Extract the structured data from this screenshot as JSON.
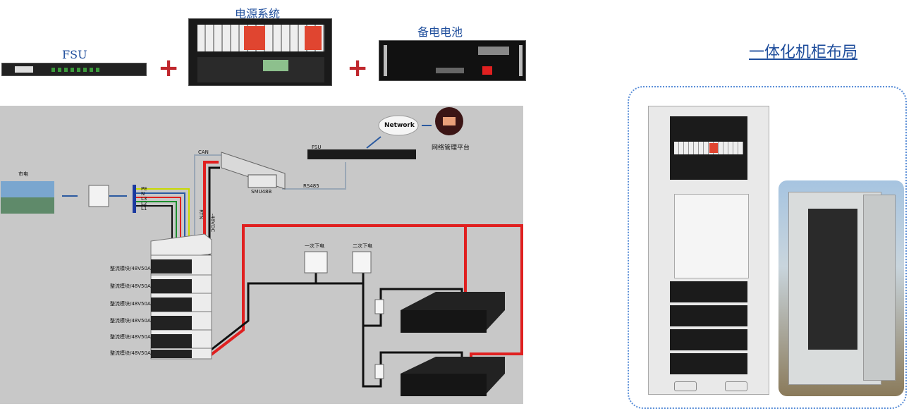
{
  "top": {
    "fsu_label": "FSU",
    "power_label": "电源系统",
    "battery_label": "备电电池",
    "plus_sign": "+"
  },
  "diagram": {
    "mains_label": "市电",
    "phase_labels": [
      "PE",
      "N",
      "L3",
      "L2",
      "L1"
    ],
    "can_label": "CAN",
    "rs485_label": "RS485",
    "smu_label": "SMU48B",
    "rtn_label": "RTN",
    "dc_label": "-48VDC",
    "fsu_label": "FSU",
    "network_label": "Network",
    "platform_label": "网络管理平台",
    "first_off_label": "一次下电",
    "second_off_label": "二次下电",
    "rectifier_labels": [
      "整流模块/48V50A",
      "整流模块/48V50A",
      "整流模块/48V50A",
      "整流模块/48V50A",
      "整流模块/48V50A",
      "整流模块/48V50A"
    ]
  },
  "layout": {
    "title": "一体化机柜布局"
  },
  "colors": {
    "title_blue": "#1f4e9c",
    "plus_red": "#c0272d",
    "cable_red": "#e02020",
    "cable_black": "#111111",
    "frame_blue": "#5b8fd8"
  }
}
